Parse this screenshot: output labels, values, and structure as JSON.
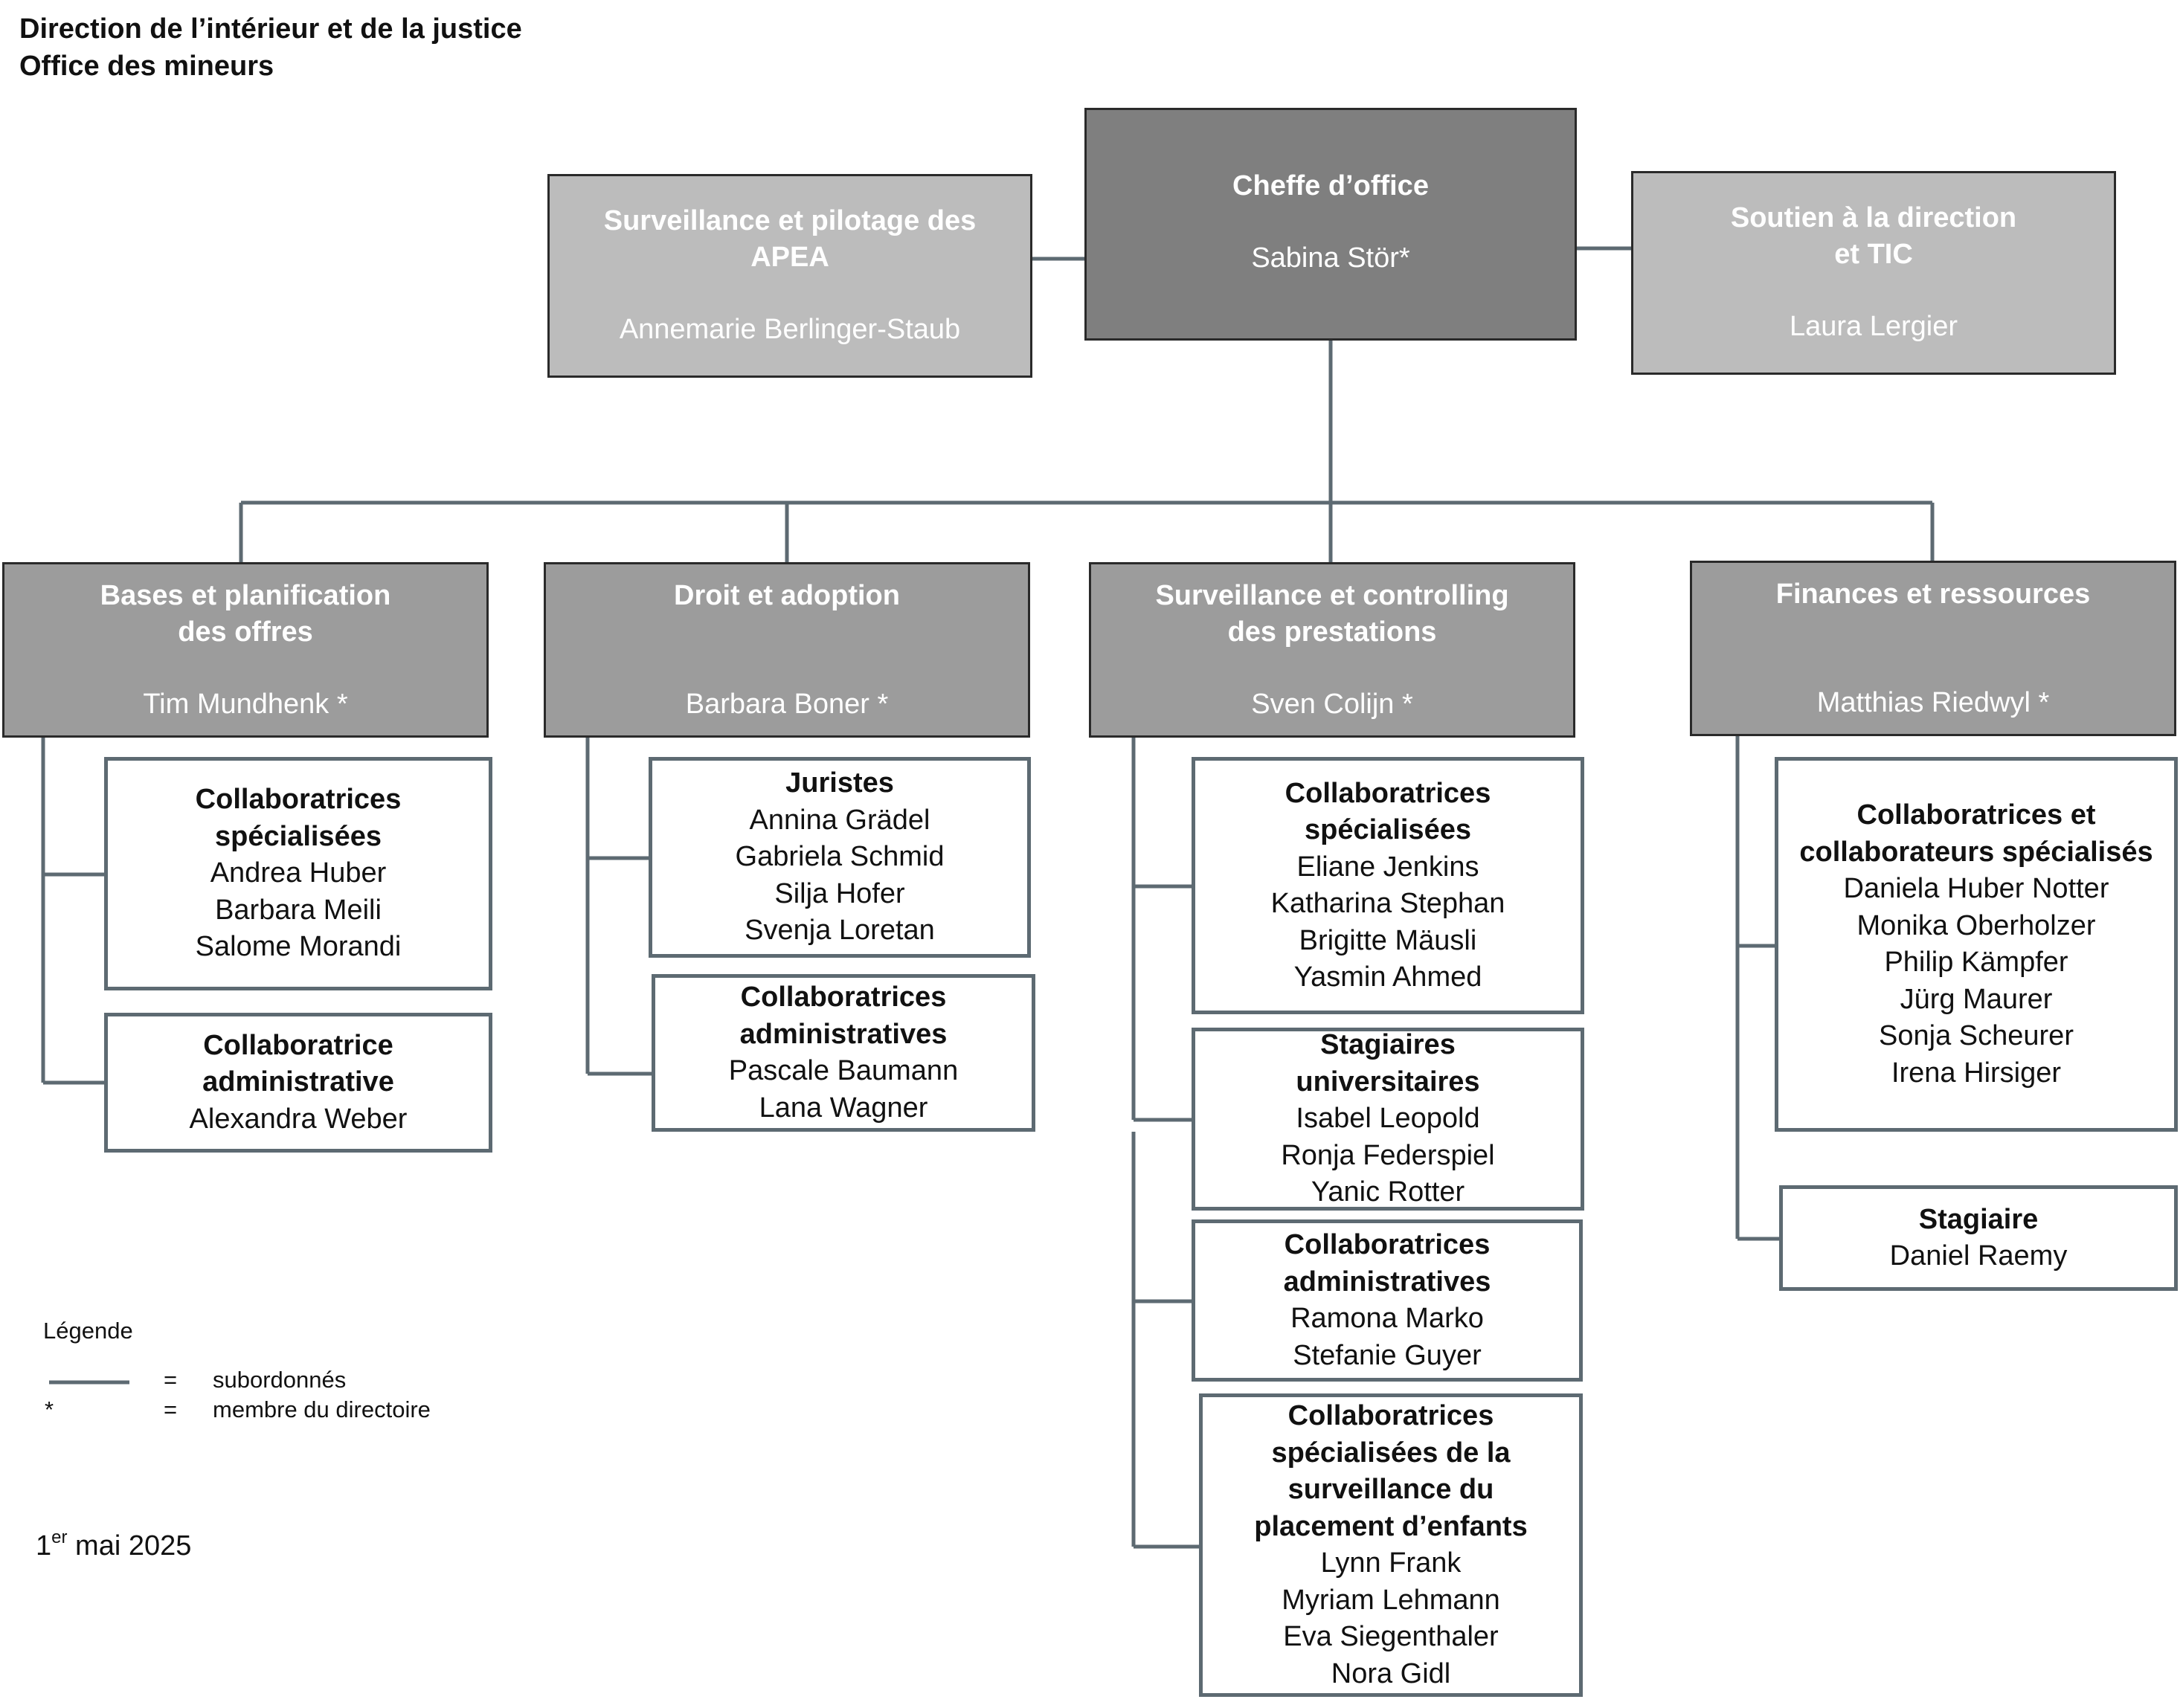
{
  "header": {
    "line1": "Direction de l’intérieur et de la justice",
    "line2": "Office des mineurs"
  },
  "colors": {
    "connector": "#5d6a72",
    "head_box": "#7f7f7f",
    "dept_box": "#9c9c9c",
    "staff_box": "#bcbcbc"
  },
  "top": {
    "head": {
      "title": "Cheffe d’office",
      "name": "Sabina Stör*"
    },
    "left_staff": {
      "title_l1": "Surveillance et pilotage des",
      "title_l2": "APEA",
      "name": "Annemarie Berlinger-Staub"
    },
    "right_staff": {
      "title_l1": "Soutien à la direction",
      "title_l2": "et TIC",
      "name": "Laura Lergier"
    }
  },
  "departments": [
    {
      "title_l1": "Bases et planification",
      "title_l2": "des offres",
      "name": "Tim Mundhenk *",
      "units": [
        {
          "title_lines": [
            "Collaboratrices",
            "spécialisées"
          ],
          "members": [
            "Andrea Huber",
            "Barbara Meili",
            "Salome Morandi"
          ]
        },
        {
          "title_lines": [
            "Collaboratrice",
            "administrative"
          ],
          "members": [
            "Alexandra Weber"
          ]
        }
      ]
    },
    {
      "title_l1": "Droit et adoption",
      "title_l2": "",
      "name": "Barbara Boner *",
      "units": [
        {
          "title_lines": [
            "Juristes"
          ],
          "members": [
            "Annina Grädel",
            "Gabriela Schmid",
            "Silja Hofer",
            "Svenja Loretan"
          ]
        },
        {
          "title_lines": [
            "Collaboratrices",
            "administratives"
          ],
          "members": [
            "Pascale Baumann",
            "Lana Wagner"
          ]
        }
      ]
    },
    {
      "title_l1": "Surveillance et controlling",
      "title_l2": "des prestations",
      "name": "Sven Colijn *",
      "units": [
        {
          "title_lines": [
            "Collaboratrices",
            "spécialisées"
          ],
          "members": [
            "Eliane Jenkins",
            "Katharina Stephan",
            "Brigitte Mäusli",
            "Yasmin Ahmed"
          ]
        },
        {
          "title_lines": [
            "Stagiaires",
            "universitaires"
          ],
          "members": [
            "Isabel Leopold",
            "Ronja Federspiel",
            "Yanic Rotter"
          ]
        },
        {
          "title_lines": [
            "Collaboratrices",
            "administratives"
          ],
          "members": [
            "Ramona Marko",
            "Stefanie Guyer"
          ]
        },
        {
          "title_lines": [
            "Collaboratrices",
            "spécialisées de la",
            "surveillance du",
            "placement d’enfants"
          ],
          "members": [
            "Lynn Frank",
            "Myriam Lehmann",
            "Eva Siegenthaler",
            "Nora Gidl"
          ]
        }
      ]
    },
    {
      "title_l1": "Finances et ressources",
      "title_l2": "",
      "name": "Matthias Riedwyl *",
      "units": [
        {
          "title_lines": [
            "Collaboratrices et",
            "collaborateurs spécialisés"
          ],
          "members": [
            "Daniela Huber Notter",
            "Monika Oberholzer",
            "Philip Kämpfer",
            "Jürg Maurer",
            "Sonja Scheurer",
            "Irena Hirsiger"
          ]
        },
        {
          "title_lines": [
            "Stagiaire"
          ],
          "members": [
            "Daniel Raemy"
          ]
        }
      ]
    }
  ],
  "legend": {
    "title": "Légende",
    "rows": [
      {
        "symbol": "",
        "eq": "=",
        "text": "subordonnés"
      },
      {
        "symbol": "*",
        "eq": "=",
        "text": "membre du directoire"
      }
    ]
  },
  "date": {
    "day": "1",
    "suffix": "er",
    "rest": " mai 2025"
  }
}
